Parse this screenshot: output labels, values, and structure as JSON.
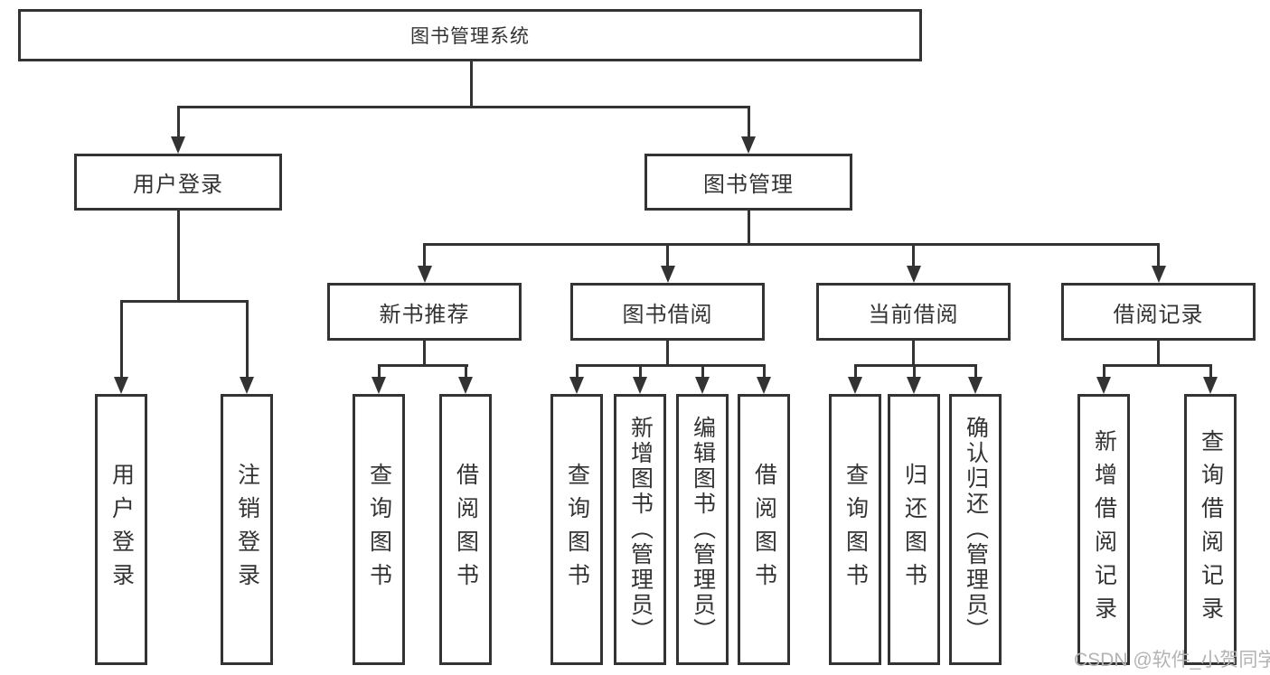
{
  "diagram": {
    "root": "图书管理系统",
    "level2": {
      "user_login": "用户登录",
      "book_mgmt": "图书管理"
    },
    "level3": {
      "new_books": "新书推荐",
      "borrowing": "图书借阅",
      "current": "当前借阅",
      "records": "借阅记录"
    },
    "leaves": {
      "user_login": [
        "用户登录",
        "注销登录"
      ],
      "new_books": [
        "查询图书",
        "借阅图书"
      ],
      "borrowing": [
        "查询图书",
        "新增图书（管理员）",
        "编辑图书（管理员）",
        "借阅图书"
      ],
      "current": [
        "查询图书",
        "归还图书",
        "确认归还（管理员）"
      ],
      "records": [
        "新增借阅记录",
        "查询借阅记录"
      ]
    }
  },
  "watermark": "CSDN @软件_小贺同学",
  "colors": {
    "line": "#333333",
    "box_bg": "#ffffff",
    "text": "#333333",
    "watermark": "#b3b3b3"
  }
}
